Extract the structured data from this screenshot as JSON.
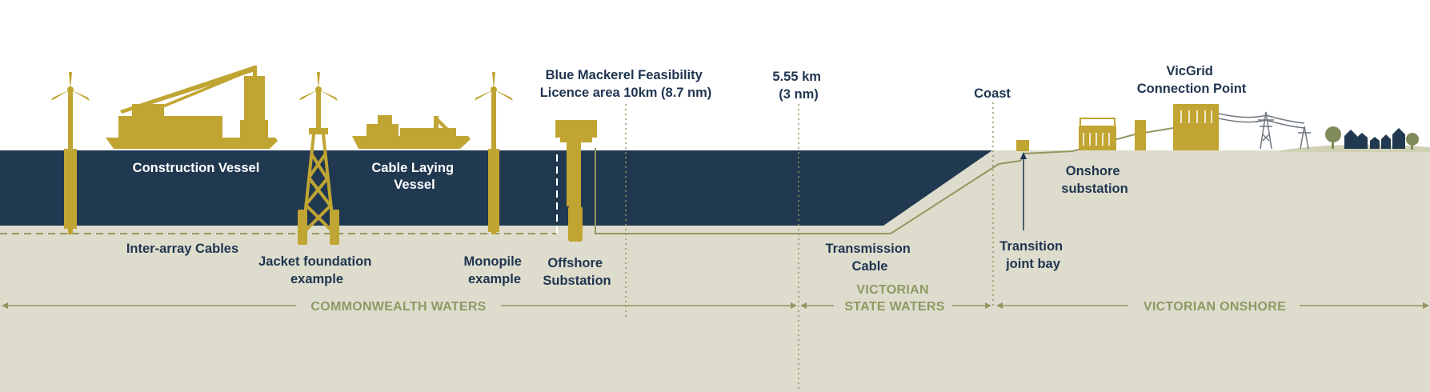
{
  "labels": {
    "construction_vessel": "Construction Vessel",
    "cable_laying_vessel": [
      "Cable Laying",
      "Vessel"
    ],
    "inter_array_cables": "Inter-array Cables",
    "jacket_foundation": [
      "Jacket foundation",
      "example"
    ],
    "monopile": [
      "Monopile",
      "example"
    ],
    "offshore_substation": [
      "Offshore",
      "Substation"
    ],
    "licence_area": [
      "Blue Mackerel Feasibility",
      "Licence area 10km (8.7 nm)"
    ],
    "state_limit": [
      "5.55 km",
      "(3 nm)"
    ],
    "coast": "Coast",
    "transmission_cable": [
      "Transmission",
      "Cable"
    ],
    "transition_joint_bay": [
      "Transition",
      "joint bay"
    ],
    "onshore_substation": [
      "Onshore",
      "substation"
    ],
    "vicgrid": [
      "VicGrid",
      "Connection Point"
    ]
  },
  "zones": {
    "commonwealth": "COMMONWEALTH WATERS",
    "state": [
      "VICTORIAN",
      "STATE WATERS"
    ],
    "onshore": "VICTORIAN ONSHORE"
  },
  "colors": {
    "sea": "#213950",
    "ground": "#dedccd",
    "gold": "#c1a532",
    "olive": "#8c9a63",
    "text": "#1f3550",
    "line": "#949660"
  }
}
